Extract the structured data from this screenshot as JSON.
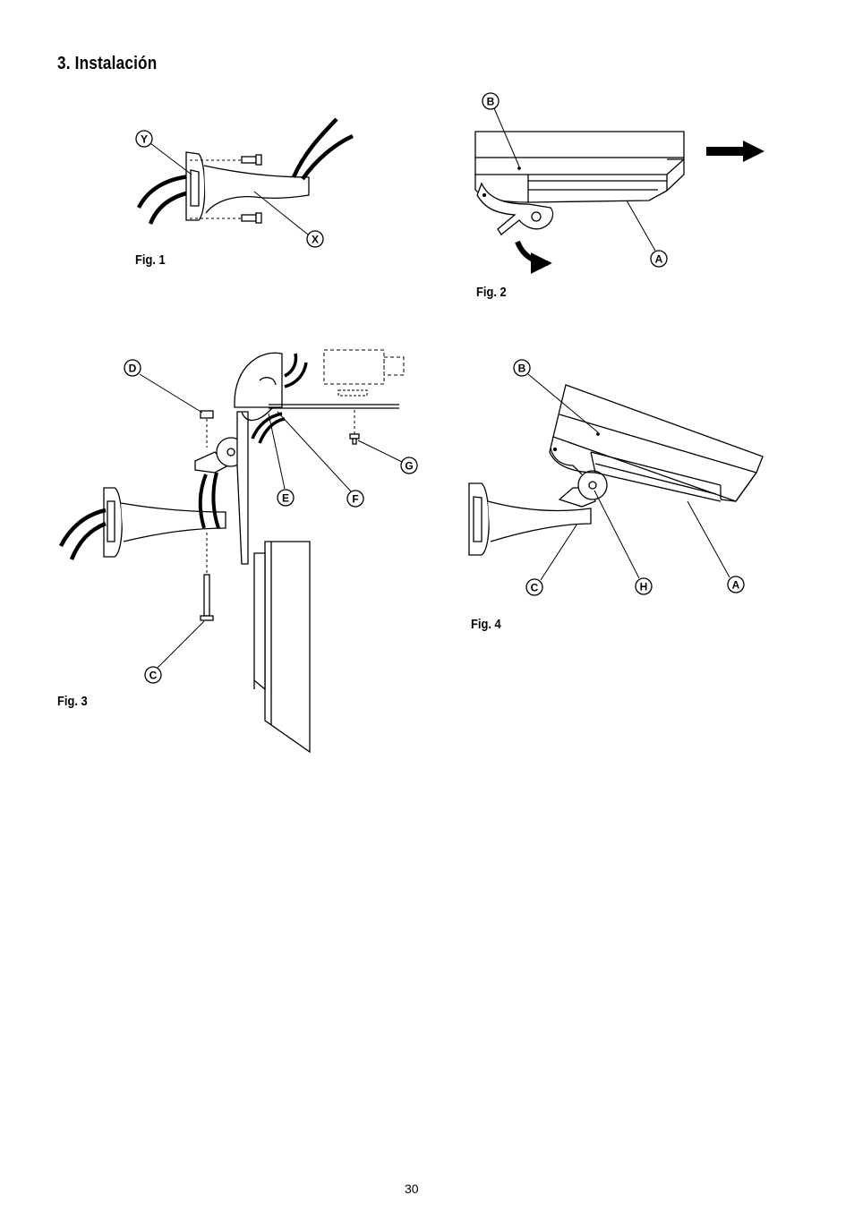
{
  "page": {
    "heading": "3.  Instalación",
    "page_number": "30"
  },
  "figures": [
    {
      "caption": "Fig. 1",
      "labels": [
        "Y",
        "X"
      ]
    },
    {
      "caption": "Fig. 2",
      "labels": [
        "B",
        "A"
      ]
    },
    {
      "caption": "Fig. 3",
      "labels": [
        "D",
        "E",
        "F",
        "G",
        "C"
      ]
    },
    {
      "caption": "Fig. 4",
      "labels": [
        "B",
        "C",
        "H",
        "A"
      ]
    }
  ],
  "colors": {
    "ink": "#000000",
    "paper": "#ffffff"
  }
}
